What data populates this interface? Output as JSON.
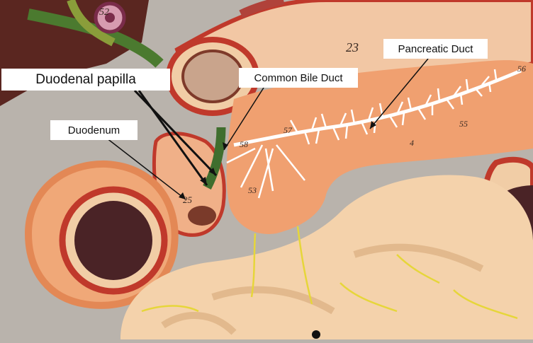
{
  "labels": {
    "duodenal_papilla": "Duodenal papilla",
    "common_bile_duct": "Common Bile Duct",
    "pancreatic_duct": "Pancreatic Duct",
    "duodenum": "Duodenum"
  },
  "model_numbers": {
    "n23": "23",
    "n52": "52",
    "n53": "53",
    "n55": "55",
    "n56": "56",
    "n57": "57",
    "n58": "58",
    "n25": "25",
    "n4": "4"
  },
  "colors": {
    "background": "#b9b3ac",
    "pancreas": "#f0a070",
    "duct": "#ffffff",
    "bile_duct": "#3f6e2e",
    "intestine": "#f1cda6",
    "mucosa": "#c0392b"
  }
}
